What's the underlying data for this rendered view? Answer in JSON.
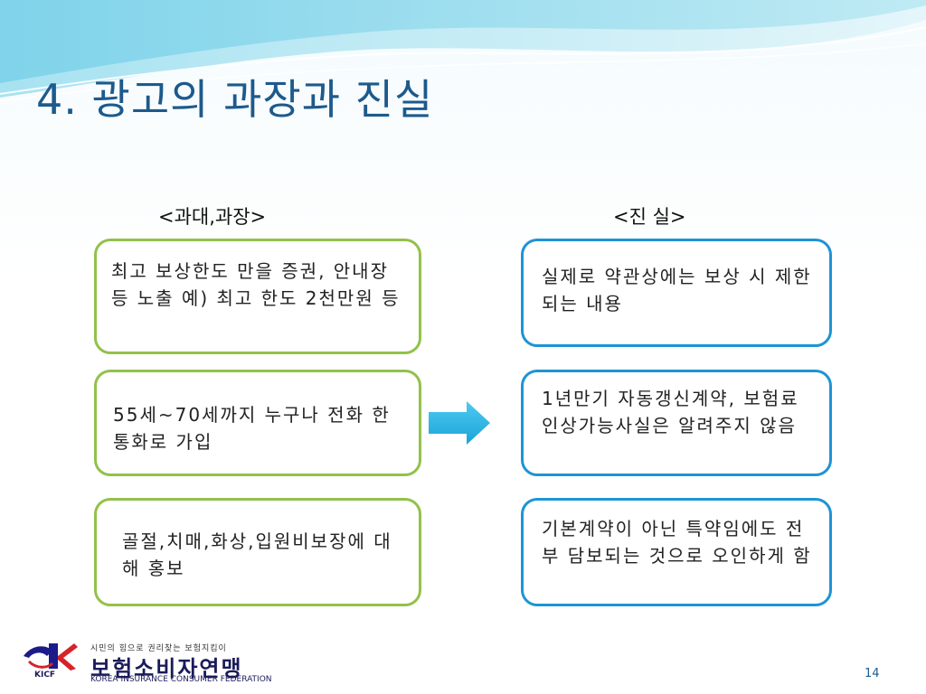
{
  "slide": {
    "title": "4. 광고의 과장과 진실",
    "page_number": "14"
  },
  "columns": {
    "left_header": "<과대,과장>",
    "right_header": "<진  실>"
  },
  "left_boxes": [
    "최고 보상한도 만을 증권, 안내장 등 노출  예) 최고 한도 2천만원 등",
    "55세~70세까지 누구나 전화 한 통화로 가입",
    "골절,치매,화상,입원비보장에 대해 홍보"
  ],
  "right_boxes": [
    "실제로 약관상에는 보상 시 제한되는 내용",
    "1년만기 자동갱신계약, 보험료인상가능사실은 알려주지 않음",
    "기본계약이 아닌 특약임에도 전부 담보되는 것으로 오인하게 함"
  ],
  "footer": {
    "slogan": "시민의 힘으로 권리찾는 보험지킴이",
    "org_name": "보험소비자연맹",
    "org_name_en": "KOREA INSURANCE CONSUMER FEDERATION",
    "abbr": "KICF"
  },
  "colors": {
    "title": "#1d5a8c",
    "left_border": "#92c14a",
    "right_border": "#1e94d4",
    "arrow": "#29b7e8"
  },
  "icons": {
    "arrow": "right-arrow-icon",
    "logo": "kicf-logo-icon"
  }
}
